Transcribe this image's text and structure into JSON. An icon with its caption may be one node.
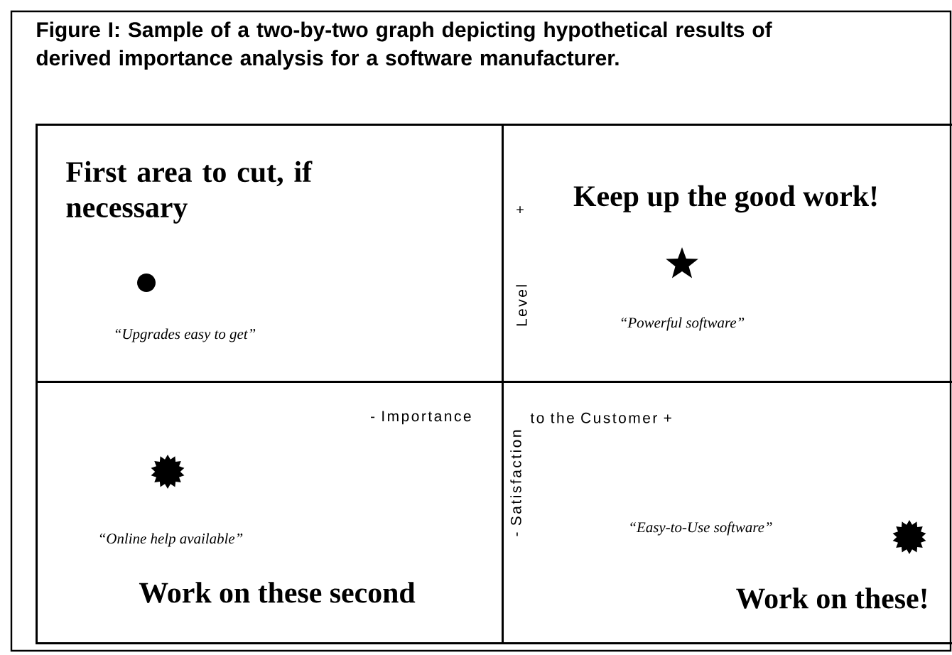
{
  "diagram": {
    "title": "Figure I: Sample of a two-by-two graph depicting hypothetical results of derived importance analysis for a software manufacturer.",
    "nodes": [
      {
        "text": [
          "First area to cut, if necessary",
          "“Upgrades easy to get”"
        ]
      },
      {
        "text": [
          "Keep up the good work!",
          "“Powerful software”"
        ]
      },
      {
        "text": [
          "“Online help available”",
          "Work on these second"
        ]
      },
      {
        "text": [
          "“Easy-to-Use software”",
          "Work on these!"
        ]
      }
    ],
    "labels": [
      "+",
      "Level",
      "- Importance",
      "to the Customer +",
      "- Satisfaction"
    ]
  }
}
